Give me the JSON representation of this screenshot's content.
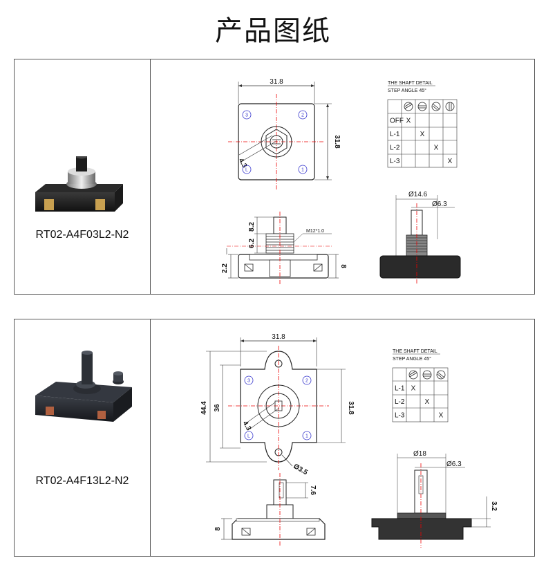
{
  "page": {
    "title": "产品图纸"
  },
  "products": [
    {
      "model": "RT02-A4F03L2-N2",
      "front": {
        "width": "31.8",
        "height": "31.8",
        "offset": "4.3",
        "positions": [
          "3",
          "2",
          "L",
          "1"
        ]
      },
      "side": {
        "dims": [
          "8.2",
          "6.2",
          "2.2",
          "8"
        ],
        "thread": "M12*1.0"
      },
      "profile": {
        "dims": [
          "Ø14.6",
          "Ø6.3"
        ]
      },
      "shaft_detail": {
        "title": "THE SHAFT DETAIL",
        "subtitle": "STEP ANGLE 45°",
        "rows": [
          {
            "label": "OFF",
            "col": 1,
            "mark": "X"
          },
          {
            "label": "L-1",
            "col": 2,
            "mark": "X"
          },
          {
            "label": "L-2",
            "col": 3,
            "mark": "X"
          },
          {
            "label": "L-3",
            "col": 4,
            "mark": "X"
          }
        ]
      }
    },
    {
      "model": "RT02-A4F13L2-N2",
      "front": {
        "width": "31.8",
        "height": "31.8",
        "outer_height": "44.4",
        "inner_height": "36",
        "offset": "4.3",
        "hole": "Ø3.5",
        "positions": [
          "3",
          "2",
          "L",
          "1"
        ]
      },
      "side": {
        "dims": [
          "7.6",
          "8"
        ]
      },
      "profile": {
        "dims": [
          "Ø18",
          "Ø6.3",
          "3.2"
        ]
      },
      "shaft_detail": {
        "title": "THE SHAFT DETAIL",
        "subtitle": "STEP ANGLE 45°",
        "rows": [
          {
            "label": "L-1",
            "col": 1,
            "mark": "X"
          },
          {
            "label": "L-2",
            "col": 2,
            "mark": "X"
          },
          {
            "label": "L-3",
            "col": 3,
            "mark": "X"
          }
        ]
      }
    }
  ]
}
